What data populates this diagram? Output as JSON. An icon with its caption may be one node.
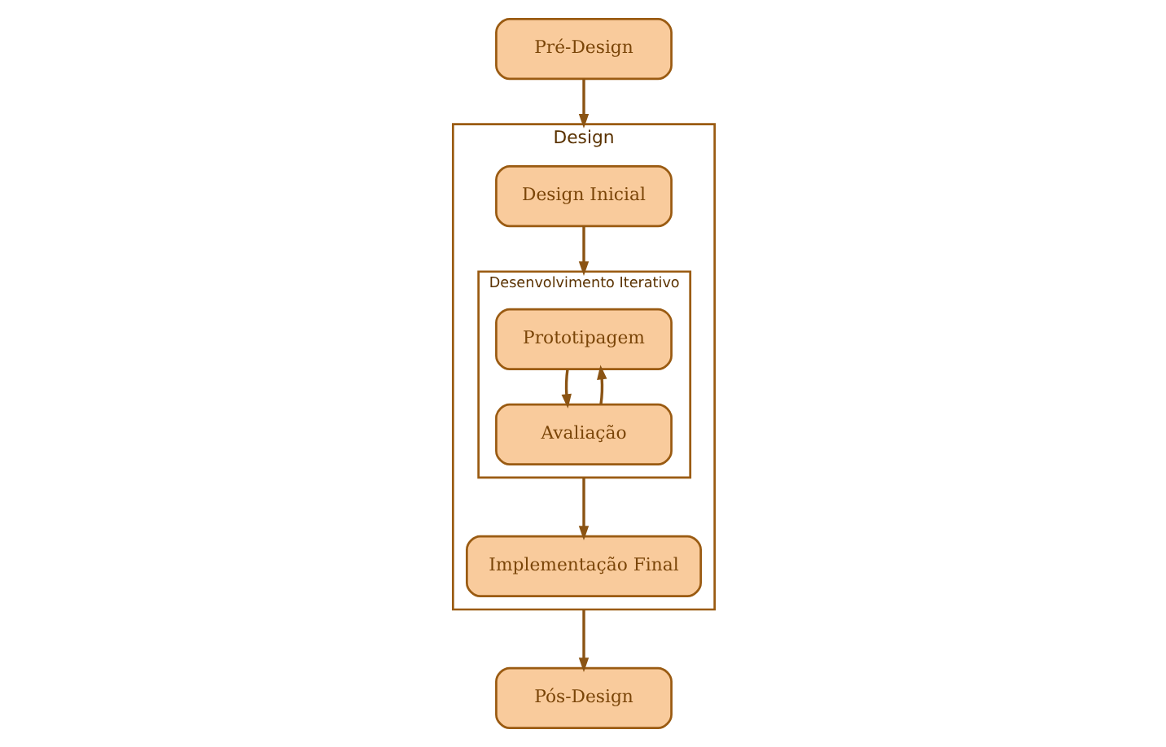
{
  "diagram": {
    "nodes": [
      {
        "text": [
          "Pré-Design"
        ]
      },
      {
        "text": [
          "Design"
        ]
      },
      {
        "text": [
          "Design Inicial"
        ],
        "in": 1
      },
      {
        "text": [
          "Desenvolvimento Iterativo"
        ],
        "in": 1
      },
      {
        "text": [
          "Prototipagem"
        ],
        "in": 3
      },
      {
        "text": [
          "Avaliação"
        ],
        "in": 3
      },
      {
        "text": [
          "Implementação Final"
        ],
        "in": 1
      },
      {
        "text": [
          "Pós-Design"
        ]
      }
    ],
    "edges": [
      {
        "from": 0,
        "to": 1,
        "arrow": "to"
      },
      {
        "from": 2,
        "to": 3,
        "arrow": "to"
      },
      {
        "from": 4,
        "to": 5,
        "arrow": "to"
      },
      {
        "from": 5,
        "to": 4,
        "arrow": "to"
      },
      {
        "from": 3,
        "to": 6,
        "arrow": "to"
      },
      {
        "from": 1,
        "to": 7,
        "arrow": "to"
      }
    ]
  }
}
